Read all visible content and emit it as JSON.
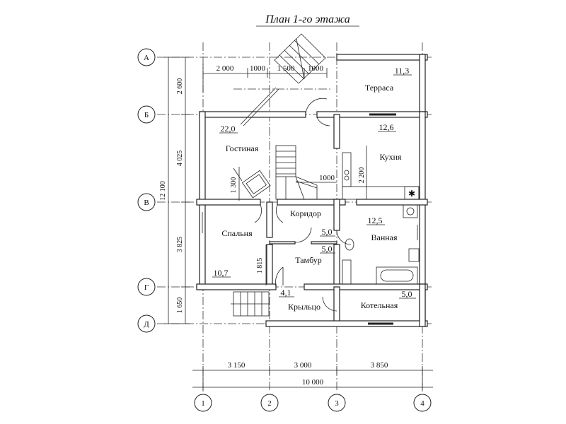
{
  "title": "План 1-го этажа",
  "axes_letters": [
    "А",
    "Б",
    "В",
    "Г",
    "Д"
  ],
  "axes_numbers": [
    "1",
    "2",
    "3",
    "4"
  ],
  "rooms": {
    "terrace": {
      "name": "Терраса",
      "area": "11,3"
    },
    "living": {
      "name": "Гостиная",
      "area": "22,0"
    },
    "kitchen": {
      "name": "Кухня",
      "area": "12,6"
    },
    "corridor": {
      "name": "Коридор",
      "area": "5,0"
    },
    "bedroom": {
      "name": "Спальня",
      "area": "10,7"
    },
    "bathroom": {
      "name": "Ванная",
      "area": "12,5"
    },
    "vestibule": {
      "name": "Тамбур",
      "area": "5,0"
    },
    "porch": {
      "name": "Крыльцо",
      "area": "4,1"
    },
    "boiler": {
      "name": "Котельная",
      "area": "5,0"
    }
  },
  "dims_top": [
    "2 000",
    "1000",
    "1 500",
    "1000"
  ],
  "dims_bottom": [
    "3 150",
    "3 000",
    "3 850"
  ],
  "dim_total_bottom": "10 000",
  "dims_left": [
    "2 600",
    "4 025",
    "3 825",
    "1 650"
  ],
  "dim_total_left": "12 100",
  "dims_inner": [
    "1000",
    "1 300",
    "2 200",
    "1 815"
  ],
  "kitchen_symbol": "✱"
}
